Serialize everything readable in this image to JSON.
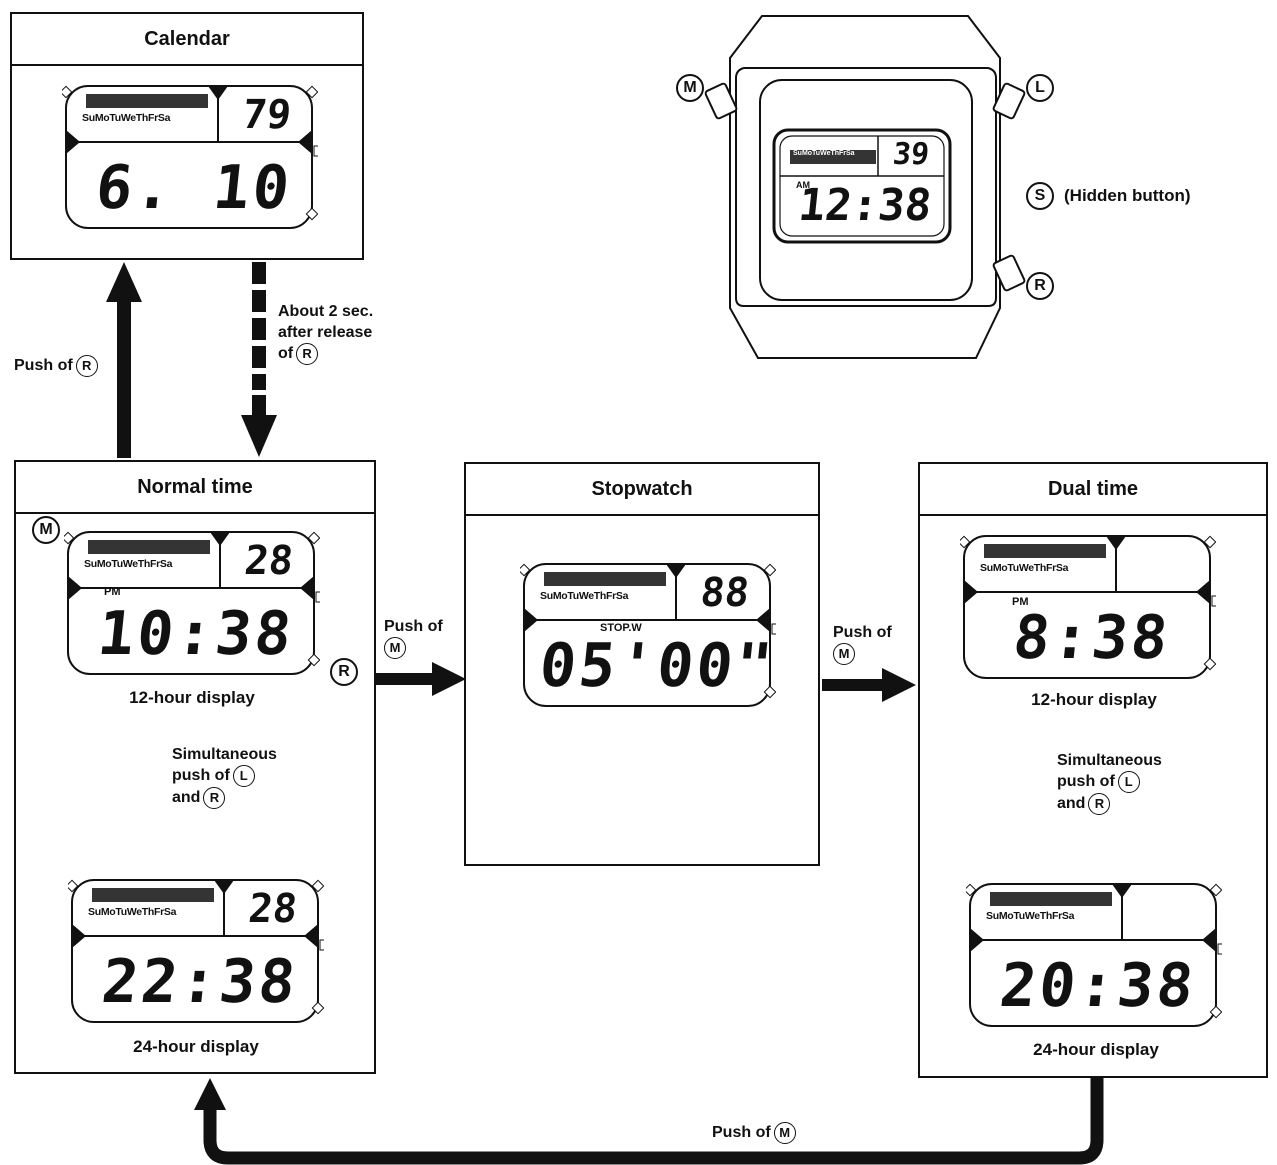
{
  "panels": {
    "calendar": {
      "title": "Calendar",
      "days_label": "SuMoTuWeThFrSa",
      "date": "79",
      "time": "6. 10"
    },
    "normal": {
      "title": "Normal time",
      "top": {
        "days_label": "SuMoTuWeThFrSa",
        "date": "28",
        "indicator": "PM",
        "time": "10:38"
      },
      "top_caption": "12-hour display",
      "bottom": {
        "days_label": "SuMoTuWeThFrSa",
        "date": "28",
        "time": "22:38"
      },
      "bottom_caption": "24-hour display",
      "toggle_text_1": "Simultaneous",
      "toggle_text_2": "push of",
      "toggle_text_3": "and"
    },
    "stopwatch": {
      "title": "Stopwatch",
      "days_label": "SuMoTuWeThFrSa",
      "date": "88",
      "indicator": "STOP.W",
      "time": "05'00\""
    },
    "dual": {
      "title": "Dual time",
      "top": {
        "days_label": "SuMoTuWeThFrSa",
        "date": "",
        "indicator": "PM",
        "time": "8:38"
      },
      "top_caption": "12-hour display",
      "bottom": {
        "days_label": "SuMoTuWeThFrSa",
        "date": "",
        "time": "20:38"
      },
      "bottom_caption": "24-hour display",
      "toggle_text_1": "Simultaneous",
      "toggle_text_2": "push of",
      "toggle_text_3": "and"
    }
  },
  "watch": {
    "days_label": "SuMoTuWeThFrSa",
    "date": "39",
    "indicator": "AM",
    "time": "12:38",
    "button_m": "M",
    "button_l": "L",
    "button_s": "S",
    "button_r": "R",
    "hidden_button_label": "(Hidden button)"
  },
  "buttons": {
    "m": "M",
    "r": "R",
    "l": "L"
  },
  "transitions": {
    "to_calendar_1": "Push of",
    "calendar_return_1": "About 2 sec.",
    "calendar_return_2": "after release",
    "calendar_return_3": "of",
    "normal_to_stopwatch_1": "Push of",
    "stopwatch_to_dual_1": "Push of",
    "dual_to_normal": "Push of"
  }
}
